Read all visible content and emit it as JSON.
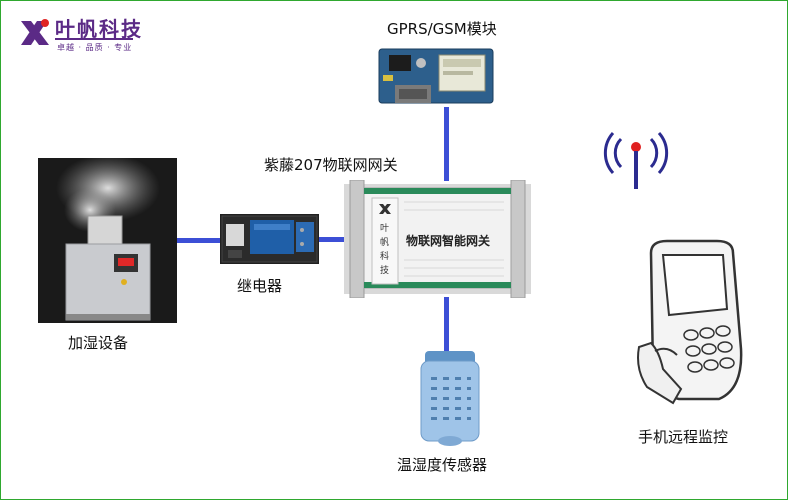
{
  "logo": {
    "name": "叶帆科技",
    "slogan": "卓越 · 品质 · 专业"
  },
  "labels": {
    "gprs_module": "GPRS/GSM模块",
    "gateway": "紫藤207物联网网关",
    "relay": "继电器",
    "humidifier": "加湿设备",
    "sensor": "温湿度传感器",
    "remote": "手机远程监控"
  },
  "gateway_device": {
    "panel_title": "物联网智能网关",
    "logo_vertical": "叶帆科技"
  },
  "colors": {
    "connector": "#3c4fd6",
    "frame": "#2fa82f",
    "brand": "#5b2a86"
  },
  "icons": [
    "wireless-signal-icon",
    "mobile-phone-icon"
  ]
}
